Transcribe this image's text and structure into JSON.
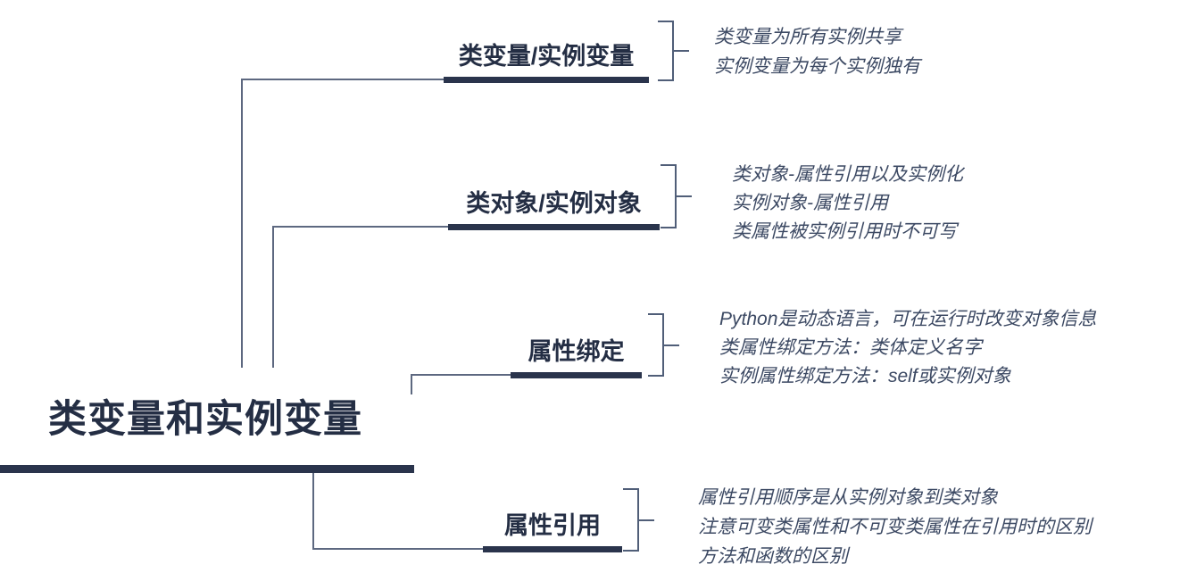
{
  "root": {
    "label": "类变量和实例变量"
  },
  "colors": {
    "topic_text": "#242e44",
    "topic_underline": "#2a344c",
    "connector_line": "#5d6880",
    "bracket_line": "#505e78",
    "note_text": "#3c4963",
    "background": "#ffffff"
  },
  "branches": [
    {
      "label": "类变量/实例变量",
      "notes": [
        "类变量为所有实例共享",
        "实例变量为每个实例独有"
      ]
    },
    {
      "label": "类对象/实例对象",
      "notes": [
        "类对象-属性引用以及实例化",
        "实例对象-属性引用",
        "类属性被实例引用时不可写"
      ]
    },
    {
      "label": "属性绑定",
      "notes": [
        "Python是动态语言，可在运行时改变对象信息",
        "类属性绑定方法：类体定义名字",
        "实例属性绑定方法：self或实例对象"
      ]
    },
    {
      "label": "属性引用",
      "notes": [
        "属性引用顺序是从实例对象到类对象",
        "注意可变类属性和不可变类属性在引用时的区别",
        "方法和函数的区别"
      ]
    }
  ]
}
